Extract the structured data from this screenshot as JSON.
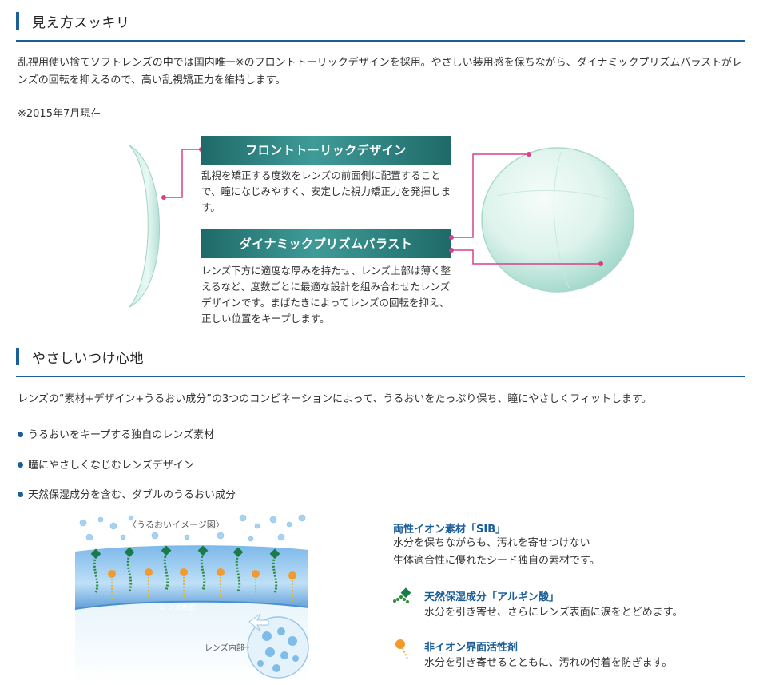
{
  "section1": {
    "title": "見え方スッキリ",
    "body": "乱視用使い捨てソフトレンズの中では国内唯一※のフロントトーリックデザインを採用。やさしい装用感を保ちながら、ダイナミックプリズムバラストがレンズの回転を抑えるので、高い乱視矯正力を維持します。",
    "note": "※2015年7月現在",
    "features": [
      {
        "banner": "フロントトーリックデザイン",
        "desc": "乱視を矯正する度数をレンズの前面側に配置することで、瞳になじみやすく、安定した視力矯正力を発揮します。"
      },
      {
        "banner": "ダイナミックプリズムバラスト",
        "desc": "レンズ下方に適度な厚みを持たせ、レンズ上部は薄く整えるなど、度数ごとに最適な設計を組み合わせたレンズデザインです。まばたきによってレンズの回転を抑え、正しい位置をキープします。"
      }
    ]
  },
  "section2": {
    "title": "やさしいつけ心地",
    "body": "レンズの“素材+デザイン+うるおい成分”の3つのコンビネーションによって、うるおいをたっぷり保ち、瞳にやさしくフィットします。",
    "bullets": [
      "うるおいをキープする独自のレンズ素材",
      "瞳にやさしくなじむレンズデザイン",
      "天然保湿成分を含む、ダブルのうるおい成分"
    ],
    "diagram": {
      "caption": "〈うるおいイメージ図〉",
      "surface_label": "レンズ断面",
      "inner_label": "レンズ内部"
    },
    "items": [
      {
        "title": "両性イオン素材「SIB」",
        "lines": [
          "水分を保ちながらも、汚れを寄せつけない",
          "生体適合性に優れたシード独自の素材です。"
        ],
        "icon": "sib-material-icon"
      },
      {
        "title": "天然保湿成分「アルギン酸」",
        "lines": [
          "水分を引き寄せ、さらにレンズ表面に涙をとどめます。"
        ],
        "icon": "alginic-acid-icon"
      },
      {
        "title": "非イオン界面活性剤",
        "lines": [
          "水分を引き寄せるとともに、汚れの付着を防ぎます。"
        ],
        "icon": "surfactant-icon"
      }
    ]
  },
  "colors": {
    "accent": "#1b5e98",
    "banner": "#2f8684",
    "connector": "#d6418c"
  }
}
